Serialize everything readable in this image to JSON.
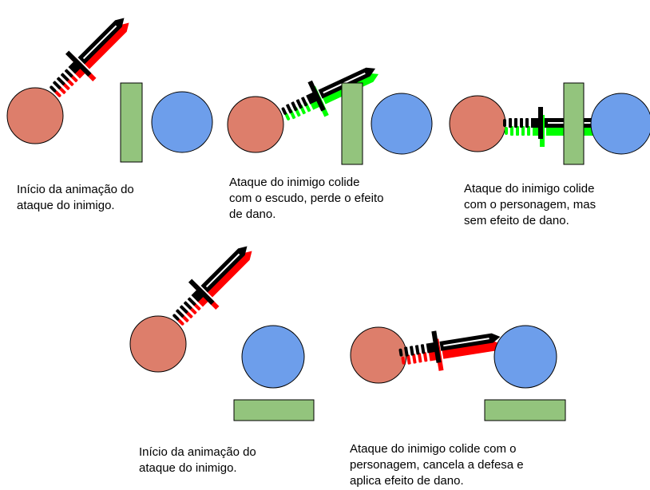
{
  "colors": {
    "attacker": "#dd7e6b",
    "defender": "#6d9eeb",
    "shield": "#93c47d",
    "outline": "#000000",
    "trail_hit_blocked": "#00ff00",
    "trail_hit_damage": "#ff0000",
    "sword": "#000000"
  },
  "icons": {
    "attacker": "red-circle-icon",
    "defender": "blue-circle-icon",
    "shield": "green-shield-icon",
    "sword": "sword-icon"
  },
  "captions": {
    "panel_1": "Início da animação do\nataque do inimigo.",
    "panel_2": "Ataque do inimigo colide\ncom o escudo, perde o efeito\nde dano.",
    "panel_3": "Ataque do inimigo colide\ncom o personagem, mas\nsem efeito de dano.",
    "panel_4": "Início da animação do\nataque do inimigo.",
    "panel_5": "Ataque do inimigo colide com o\npersonagem, cancela a defesa e\naplica efeito de dano."
  }
}
